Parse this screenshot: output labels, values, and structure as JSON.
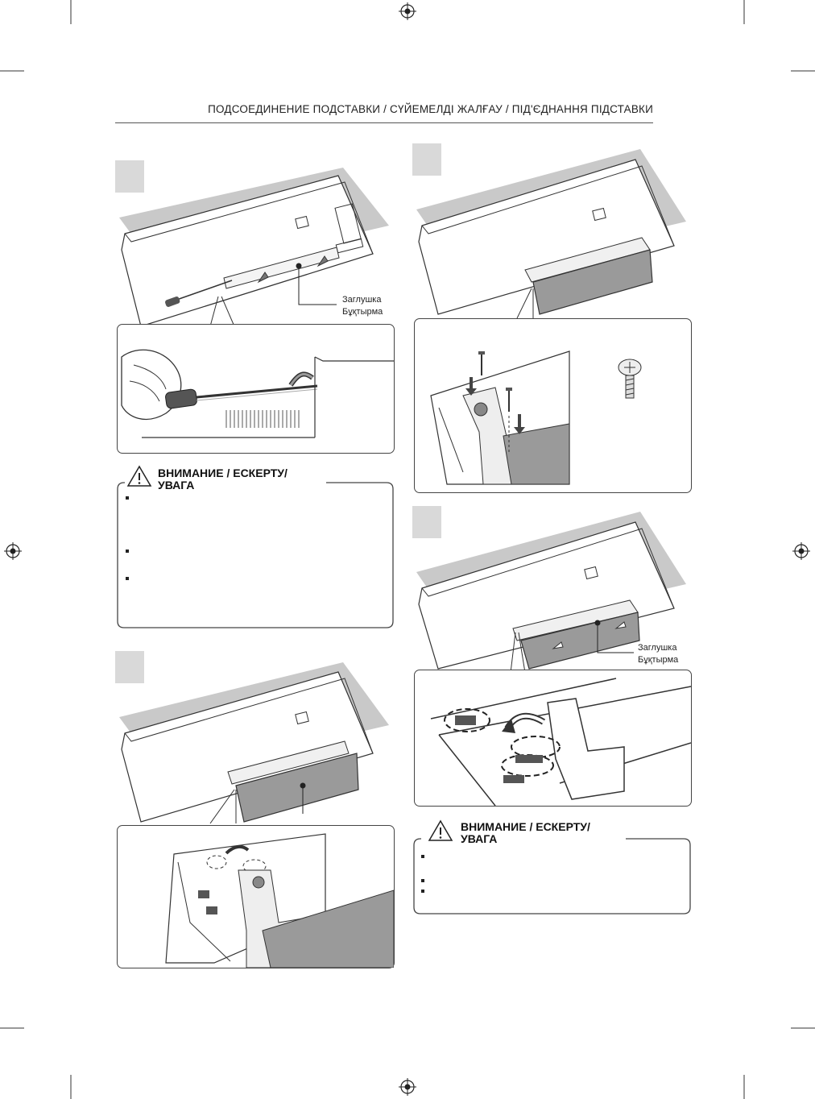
{
  "header": {
    "title": "ПОДСОЕДИНЕНИЕ ПОДСТАВКИ / СҮЙЕМЕЛДІ ЖАЛҒАУ / ПІД'ЄДНАННЯ ПІДСТАВКИ"
  },
  "callouts": {
    "step1": {
      "line1": "Заглушка",
      "line2": "Бұқтырма"
    },
    "step4": {
      "line1": "Заглушка",
      "line2": "Бұқтырма"
    }
  },
  "warnings": [
    {
      "title_line1": "ВНИМАНИЕ / ЕСКЕРТУ/",
      "title_line2": "УВАГА",
      "bullet_count": 3
    },
    {
      "title_line1": "ВНИМАНИЕ / ЕСКЕРТУ/",
      "title_line2": "УВАГА",
      "bullet_count": 3
    }
  ],
  "colors": {
    "step_box": "#d9d9d9",
    "stand_fill": "#9a9a9a",
    "line": "#333333"
  }
}
